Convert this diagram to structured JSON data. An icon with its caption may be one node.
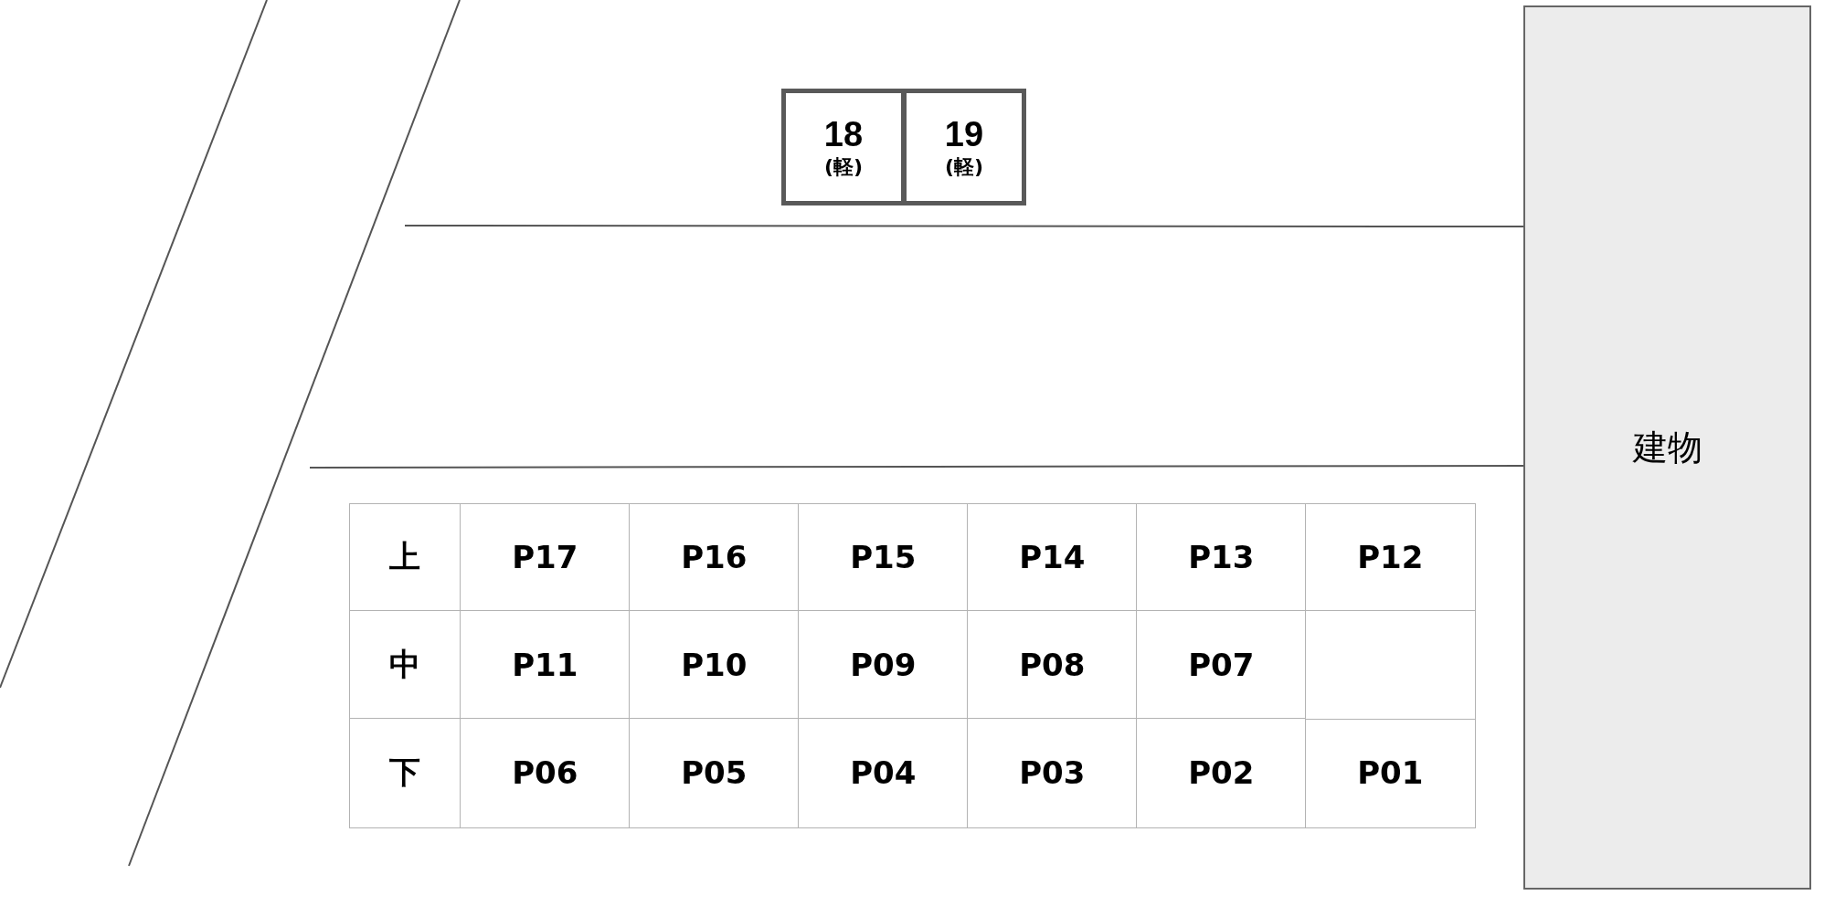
{
  "diagram": {
    "nodes": [
      {
        "text": [
          "18",
          "(軽)"
        ]
      },
      {
        "text": [
          "19",
          "(軽)"
        ]
      },
      {
        "text": [
          "建物"
        ]
      }
    ],
    "labels": [
      "上",
      "P17",
      "P16",
      "P15",
      "P14",
      "P13",
      "P12",
      "中",
      "P11",
      "P10",
      "P09",
      "P08",
      "P07",
      "下",
      "P06",
      "P05",
      "P04",
      "P03",
      "P02",
      "P01"
    ]
  }
}
